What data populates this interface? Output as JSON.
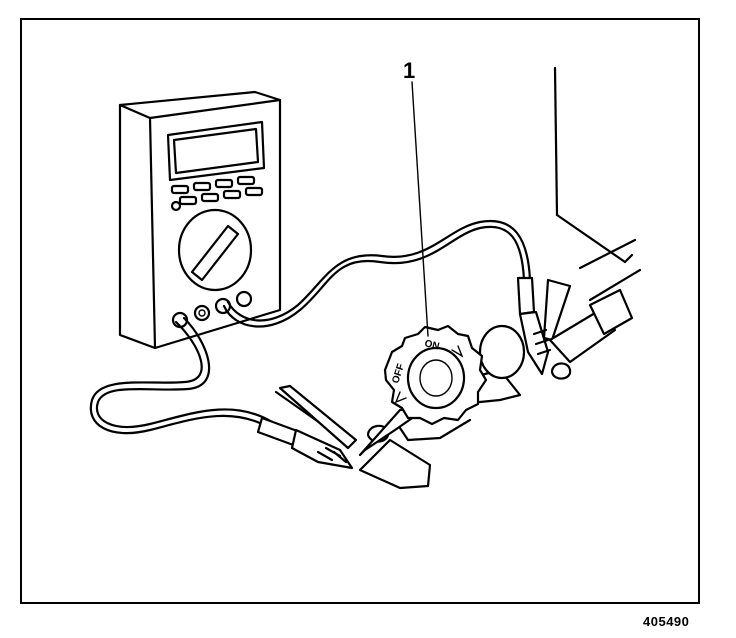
{
  "diagram": {
    "callout": "1",
    "figure_id": "405490",
    "switch_labels": {
      "off": "OFF",
      "on": "ON"
    }
  }
}
